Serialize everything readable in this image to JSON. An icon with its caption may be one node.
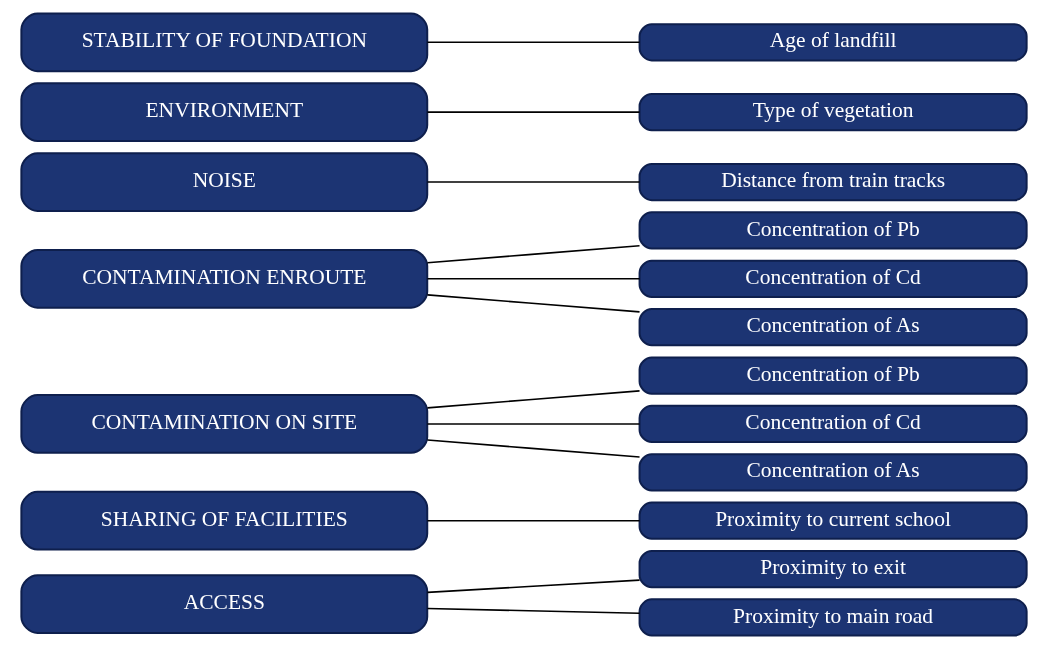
{
  "diagram": {
    "nodes": [
      {
        "text": [
          "ACCESS"
        ]
      },
      {
        "text": [
          "Proximity to exit"
        ]
      },
      {
        "text": [
          "Proximity to main road"
        ]
      },
      {
        "text": [
          "SHARING OF FACILITIES"
        ]
      },
      {
        "text": [
          "Proximity to current school"
        ]
      },
      {
        "text": [
          "CONTAMINATION ON SITE"
        ]
      },
      {
        "text": [
          "Concentration of Pb"
        ]
      },
      {
        "text": [
          "Concentration of Cd"
        ]
      },
      {
        "text": [
          "Concentration of As"
        ]
      },
      {
        "text": [
          "CONTAMINATION ENROUTE"
        ]
      },
      {
        "text": [
          "Concentration of Pb"
        ]
      },
      {
        "text": [
          "Concentration of Cd"
        ]
      },
      {
        "text": [
          "Concentration of As"
        ]
      },
      {
        "text": [
          "NOISE"
        ]
      },
      {
        "text": [
          "Distance from train tracks"
        ]
      },
      {
        "text": [
          "ENVIRONMENT"
        ]
      },
      {
        "text": [
          "Type of vegetation"
        ]
      },
      {
        "text": [
          "STABILITY OF FOUNDATION"
        ]
      },
      {
        "text": [
          "Age of landfill"
        ]
      }
    ],
    "edges": [
      {
        "from": 0,
        "to": 1,
        "arrow": "none"
      },
      {
        "from": 0,
        "to": 2,
        "arrow": "none"
      },
      {
        "from": 3,
        "to": 4,
        "arrow": "none"
      },
      {
        "from": 5,
        "to": 6,
        "arrow": "none"
      },
      {
        "from": 5,
        "to": 7,
        "arrow": "none"
      },
      {
        "from": 5,
        "to": 8,
        "arrow": "none"
      },
      {
        "from": 9,
        "to": 10,
        "arrow": "none"
      },
      {
        "from": 9,
        "to": 11,
        "arrow": "none"
      },
      {
        "from": 9,
        "to": 12,
        "arrow": "none"
      },
      {
        "from": 13,
        "to": 14,
        "arrow": "none"
      },
      {
        "from": 15,
        "to": 16,
        "arrow": "none"
      },
      {
        "from": 17,
        "to": 18,
        "arrow": "none"
      }
    ]
  }
}
